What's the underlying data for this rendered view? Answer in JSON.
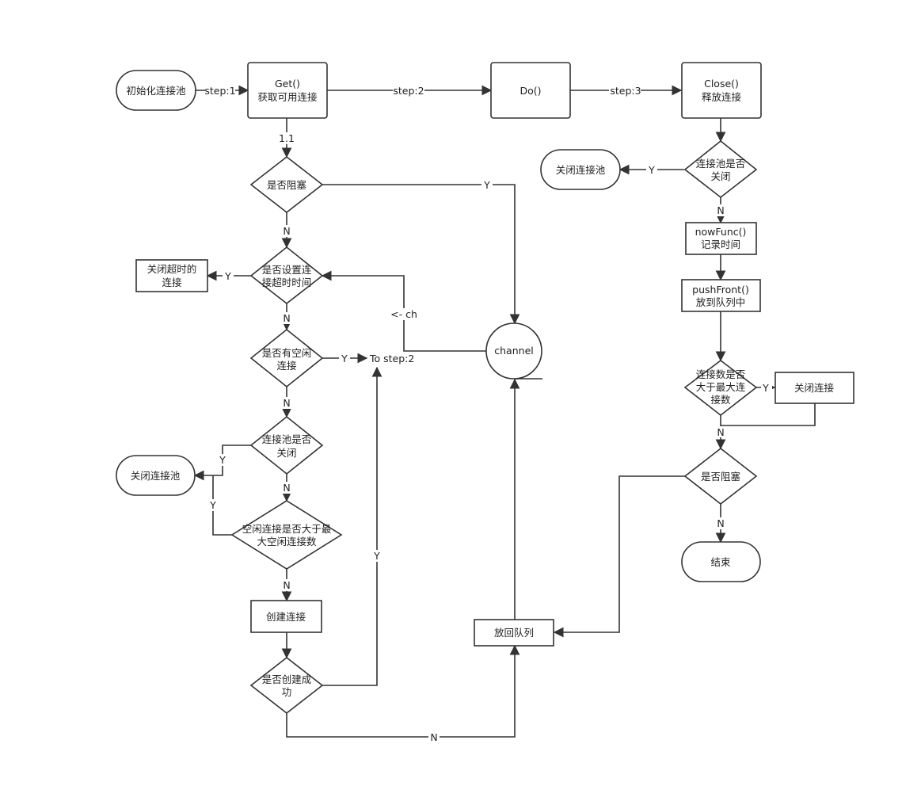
{
  "nodes": {
    "init_pool": "初始化连接池",
    "get_line1": "Get()",
    "get_line2": "获取可用连接",
    "do": "Do()",
    "close_line1": "Close()",
    "close_line2": "释放连接",
    "is_blocked_1": "是否阻塞",
    "set_timeout_line1": "是否设置连",
    "set_timeout_line2": "接超时时间",
    "close_timeout_line1": "关闭超时的",
    "close_timeout_line2": "连接",
    "has_idle_line1": "是否有空闲",
    "has_idle_line2": "连接",
    "to_step2": "To step:2",
    "pool_closed_left_line1": "连接池是否",
    "pool_closed_left_line2": "关闭",
    "close_pool_left": "关闭连接池",
    "idle_gt_max_line1": "空闲连接是否大于最",
    "idle_gt_max_line2": "大空闲连接数",
    "create_conn": "创建连接",
    "create_ok_line1": "是否创建成",
    "create_ok_line2": "功",
    "channel": "channel",
    "return_queue": "放回队列",
    "pool_closed_right_line1": "连接池是否",
    "pool_closed_right_line2": "关闭",
    "close_pool_right": "关闭连接池",
    "nowfunc_line1": "nowFunc()",
    "nowfunc_line2": "记录时间",
    "pushfront_line1": "pushFront()",
    "pushfront_line2": "放到队列中",
    "conn_gt_max_line1": "连接数是否",
    "conn_gt_max_line2": "大于最大连",
    "conn_gt_max_line3": "接数",
    "close_conn": "关闭连接",
    "is_blocked_2": "是否阻塞",
    "end": "结束"
  },
  "edges": {
    "step1": "step:1",
    "step2": "step:2",
    "step3": "step:3",
    "e_1_1": "1.1",
    "n_blocked1": "N",
    "y_blocked1": "Y",
    "y_timeout": "Y",
    "n_timeout": "N",
    "ch": "<- ch",
    "y_idle": "Y",
    "n_idle": "N",
    "y_pool_left": "Y",
    "n_pool_left": "N",
    "y_idle_max": "Y",
    "n_idle_max": "N",
    "y_create": "Y",
    "n_create": "N",
    "y_pool_right": "Y",
    "n_pool_right": "N",
    "y_conn_max": "Y",
    "n_conn_max": "N",
    "n_blocked2": "N"
  }
}
